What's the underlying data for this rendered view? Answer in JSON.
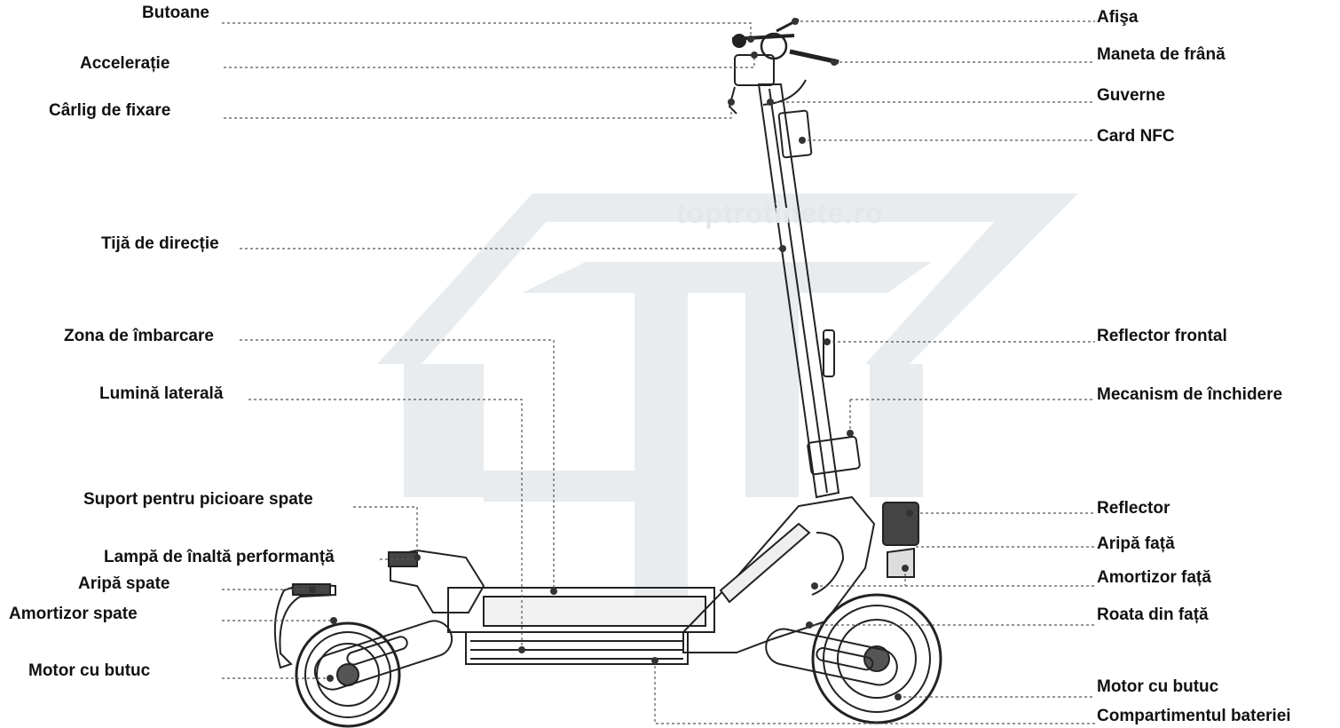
{
  "watermark": "toptrotinete.ro",
  "colors": {
    "line": "#555555",
    "dot": "#333333",
    "logo": "#e9ecef",
    "ink": "#222222"
  },
  "labels": {
    "butoane": "Butoane",
    "acceleratie": "Accelerație",
    "carlig": "Cârlig de fixare",
    "tija": "Tijă de direcție",
    "zona": "Zona de îmbarcare",
    "lumina": "Lumină laterală",
    "suport": "Suport pentru picioare spate",
    "lampa": "Lampă de înaltă performanță",
    "aripa_spate": "Aripă spate",
    "amortizor_spate": "Amortizor spate",
    "motor_spate": "Motor cu butuc",
    "afisaj": "Afişa",
    "maneta": "Maneta de frână",
    "guverne": "Guverne",
    "nfc": "Card NFC",
    "reflector_frontal": "Reflector frontal",
    "mecanism": "Mecanism de închidere",
    "reflector": "Reflector",
    "aripa_fata": "Aripă față",
    "amortizor_fata": "Amortizor față",
    "roata_fata": "Roata din față",
    "motor_fata": "Motor cu butuc",
    "baterie": "Compartimentul bateriei"
  }
}
